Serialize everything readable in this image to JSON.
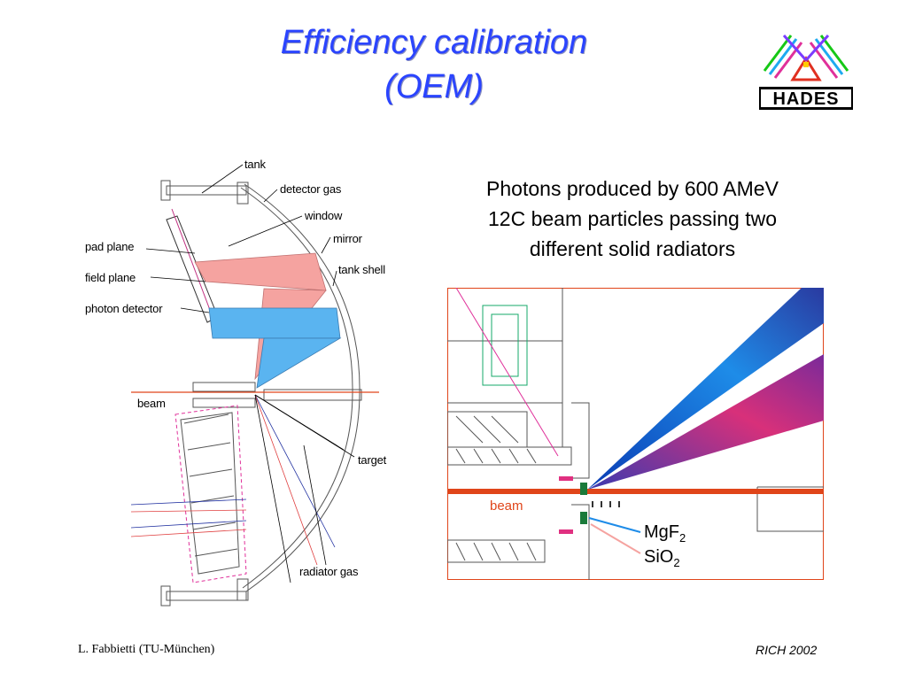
{
  "title": {
    "line1": "Efficiency calibration",
    "line2": "(OEM)"
  },
  "logo": {
    "text": "HADES"
  },
  "caption": {
    "line1": "Photons produced by 600 AMeV",
    "line2": "12C beam particles passing two",
    "line3": "different solid radiators"
  },
  "schematic_labels": {
    "tank": "tank",
    "detector_gas": "detector gas",
    "window": "window",
    "mirror": "mirror",
    "tank_shell": "tank shell",
    "pad_plane": "pad plane",
    "field_plane": "field plane",
    "photon_detector": "photon detector",
    "beam": "beam",
    "target": "target",
    "radiator_gas": "radiator gas"
  },
  "zoom_labels": {
    "beam": "beam",
    "mgf2": "MgF",
    "mgf2_sub": "2",
    "sio2": "SiO",
    "sio2_sub": "2"
  },
  "colors": {
    "title": "#2a44ff",
    "beam": "#e0451a",
    "cone_blue": "#1e64d2",
    "cone_magenta": "#d8307a",
    "mirror_pink": "#f5a3a0",
    "photon_blue": "#5ab4f0"
  },
  "footer": {
    "left": "L. Fabbietti  (TU-München)",
    "right": "RICH 2002"
  }
}
